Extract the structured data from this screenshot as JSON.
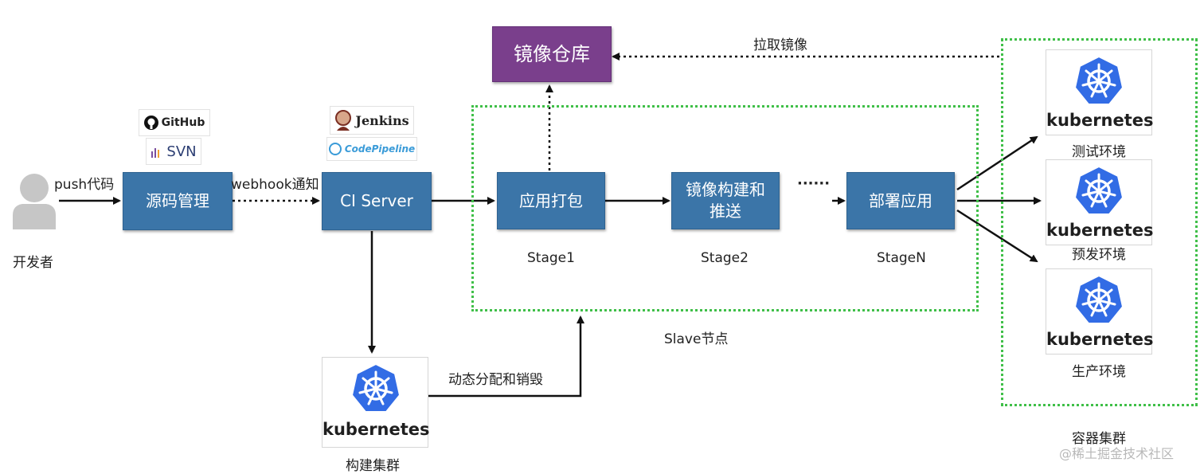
{
  "developer": {
    "label": "开发者"
  },
  "edges": {
    "push": "push代码",
    "webhook": "webhook通知",
    "pull_image": "拉取镜像",
    "dynamic": "动态分配和销毁",
    "ellipsis": "······"
  },
  "nodes": {
    "source": "源码管理",
    "ci_server": "CI Server",
    "registry": "镜像仓库",
    "package": "应用打包",
    "build_push": "镜像构建和\n推送",
    "deploy": "部署应用"
  },
  "badges": {
    "github": "GitHub",
    "svn": "SVN",
    "jenkins": "Jenkins",
    "codepipeline": "CodePipeline"
  },
  "stages": {
    "stage1": "Stage1",
    "stage2": "Stage2",
    "stageN": "StageN"
  },
  "regions": {
    "slave": "Slave节点",
    "container": "容器集群"
  },
  "clusters": {
    "build": "构建集群",
    "test": "测试环境",
    "pre": "预发环境",
    "prod": "生产环境"
  },
  "k8s_word": "kubernetes",
  "watermark": "@稀土掘金技术社区",
  "colors": {
    "box_blue": "#3b75a8",
    "registry_purple": "#7a3f8c",
    "region_green": "#3fbf48",
    "k8s_blue": "#326ce5"
  }
}
